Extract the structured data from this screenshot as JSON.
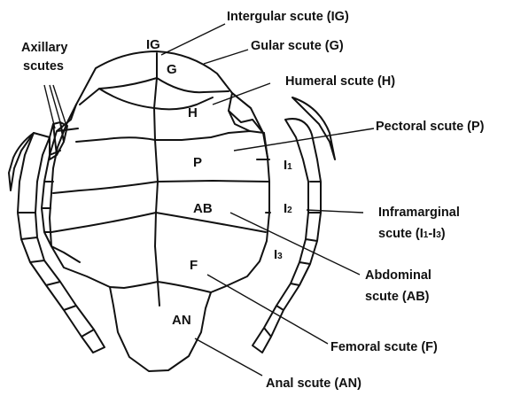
{
  "callouts": {
    "intergular": "Intergular scute (IG)",
    "gular": "Gular scute (G)",
    "humeral": "Humeral scute (H)",
    "pectoral": "Pectoral scute (P)",
    "inframarginal_l1": "Inframarginal",
    "inframarginal_l2a": "scute (I",
    "inframarginal_l2b": "1",
    "inframarginal_l2c": "-I",
    "inframarginal_l2d": "3",
    "inframarginal_l2e": ")",
    "abdominal_l1": "Abdominal",
    "abdominal_l2": "scute (AB)",
    "femoral": "Femoral scute (F)",
    "anal": "Anal scute (AN)",
    "axillary_l1": "Axillary",
    "axillary_l2": "scutes"
  },
  "scute_labels": {
    "ig": "IG",
    "g": "G",
    "h": "H",
    "p": "P",
    "ab": "AB",
    "f": "F",
    "an": "AN",
    "i1_letter": "I",
    "i1_num": "1",
    "i2_letter": "I",
    "i2_num": "2",
    "i3_letter": "I",
    "i3_num": "3"
  }
}
